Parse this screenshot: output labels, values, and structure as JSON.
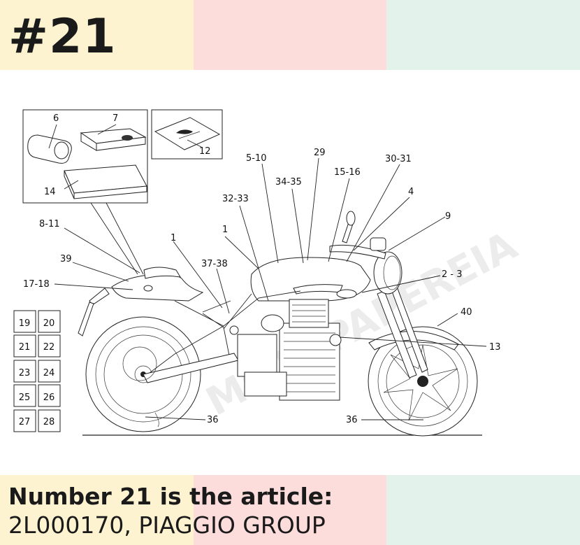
{
  "header": {
    "number": "#21"
  },
  "caption": {
    "line1": "Number 21 is the article:",
    "line2": "2L000170, PIAGGIO GROUP"
  },
  "diagram": {
    "watermark": "MOTOPAPEREIA",
    "callouts": {
      "c6": "6",
      "c7": "7",
      "c12": "12",
      "c14": "14",
      "c5_10": "5-10",
      "c29": "29",
      "c30_31": "30-31",
      "c34_35": "34-35",
      "c15_16": "15-16",
      "c4": "4",
      "c32_33": "32-33",
      "c9": "9",
      "c8_11": "8-11",
      "c1a": "1",
      "c1b": "1",
      "c39": "39",
      "c37_38": "37-38",
      "c2_3": "2 - 3",
      "c17_18": "17-18",
      "c40": "40",
      "c13": "13",
      "c36a": "36",
      "c36b": "36"
    },
    "grid": [
      "19",
      "20",
      "21",
      "22",
      "23",
      "24",
      "25",
      "26",
      "27",
      "28"
    ]
  },
  "colors": {
    "band_yellow": "#fdf3d0",
    "band_pink": "#fddcdc",
    "band_mint": "#e3f3ec"
  }
}
